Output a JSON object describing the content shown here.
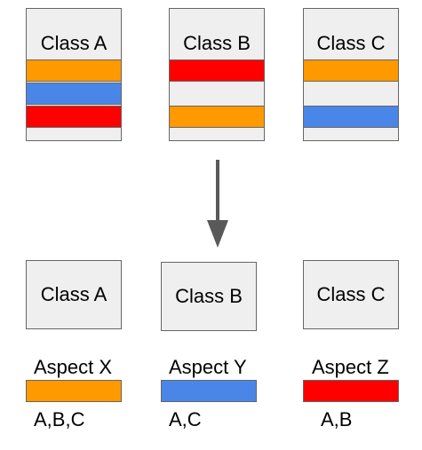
{
  "top_classes": [
    {
      "title": "Class A",
      "stripes": [
        "#ff9900",
        "#4a86e8",
        "#ff0000"
      ]
    },
    {
      "title": "Class B",
      "stripes": [
        "#ff0000",
        null,
        "#ff9900"
      ]
    },
    {
      "title": "Class C",
      "stripes": [
        "#ff9900",
        null,
        "#4a86e8"
      ]
    }
  ],
  "bottom_classes": [
    {
      "title": "Class A"
    },
    {
      "title": "Class B"
    },
    {
      "title": "Class C"
    }
  ],
  "aspects": [
    {
      "name": "Aspect X",
      "color": "#ff9900",
      "applies_to": "A,B,C"
    },
    {
      "name": "Aspect Y",
      "color": "#4a86e8",
      "applies_to": "A,C"
    },
    {
      "name": "Aspect Z",
      "color": "#ff0000",
      "applies_to": "A,B"
    }
  ],
  "colors": {
    "box_fill": "#efefef",
    "border": "#666666",
    "arrow": "#595959"
  }
}
